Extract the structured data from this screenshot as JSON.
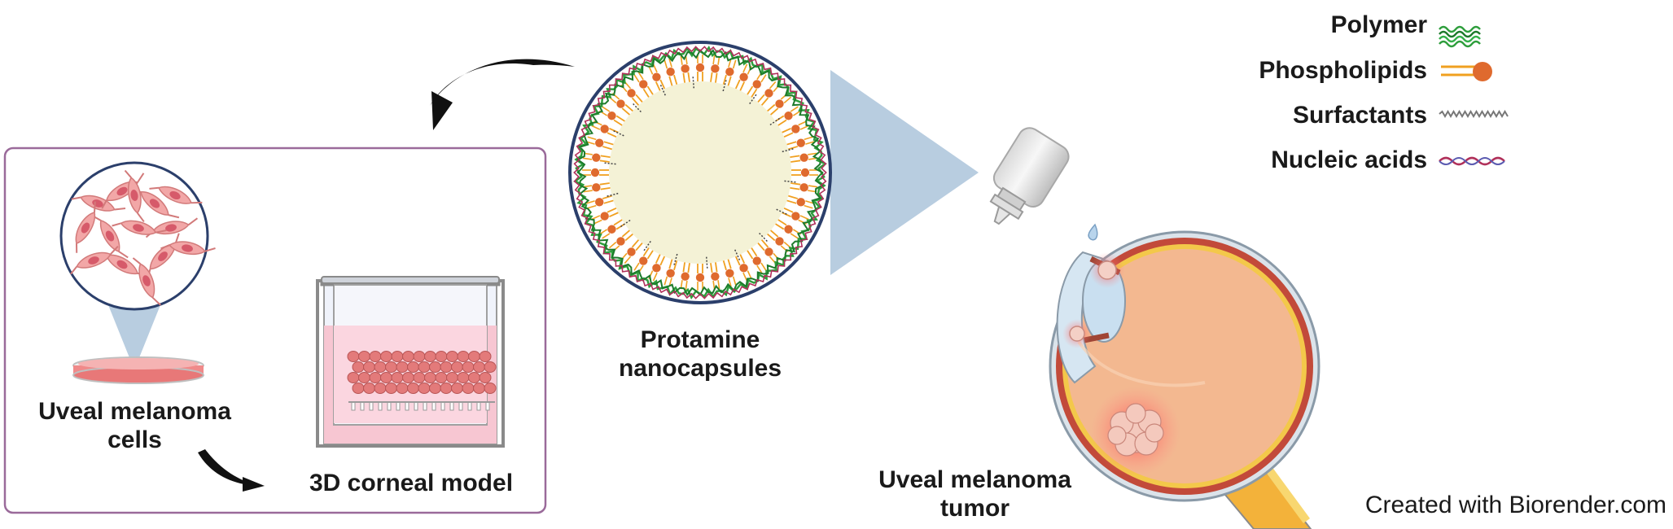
{
  "labels": {
    "uveal_cells_line1": "Uveal melanoma",
    "uveal_cells_line2": "cells",
    "corneal_model": "3D corneal model",
    "nanocapsules_line1": "Protamine",
    "nanocapsules_line2": "nanocapsules",
    "tumor_line1": "Uveal melanoma",
    "tumor_line2": "tumor"
  },
  "legend": [
    {
      "label": "Polymer",
      "icon": "polymer-strands-icon",
      "color": "#2e9e3c"
    },
    {
      "label": "Phospholipids",
      "icon": "phospholipid-icon",
      "color": "#e0642a"
    },
    {
      "label": "Surfactants",
      "icon": "surfactant-chain-icon",
      "color": "#555555"
    },
    {
      "label": "Nucleic acids",
      "icon": "nucleic-acid-strand-icon",
      "color": "#b0305a"
    }
  ],
  "credit": "Created with Biorender.com",
  "colors": {
    "box_border": "#9a6a9a",
    "nanocapsule_border": "#2b3f6b",
    "magnifier_cone": "#b8cde0",
    "capsule_core": "#f4f2d6",
    "phospholipid_head": "#df6a2e",
    "polymer": "#2e9e3c",
    "cell_pink": "#e79a9a",
    "medium_pink": "#f7c6d2",
    "eye_sclera": "#f3b890",
    "tumor": "#f4c9bd"
  }
}
